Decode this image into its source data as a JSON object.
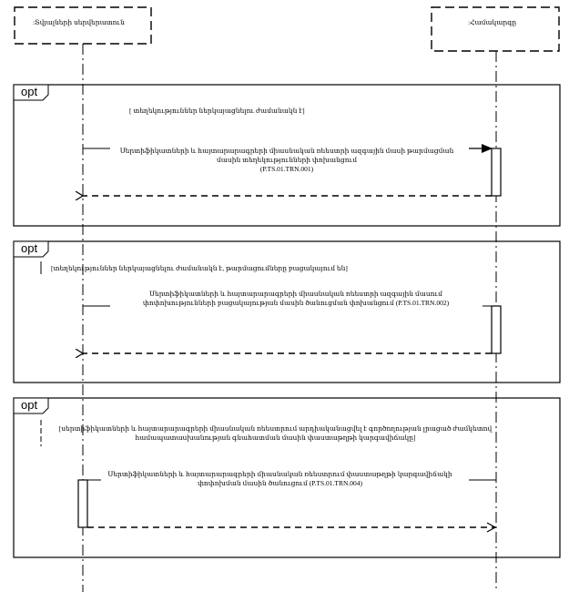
{
  "participants": [
    {
      "id": "left",
      "label": ":Տվյալների սերվերատուն"
    },
    {
      "id": "right",
      "label": ":Համակարգը"
    }
  ],
  "fragments": [
    {
      "operator": "opt",
      "guard": "[ տեղեկություններ ներկայացնելու ժամանակն է]",
      "message_lines": [
        "Սերտիֆիկատների և հայտարարագրերի միասնական ռեեստրի ազգային մասի թարմացման",
        "մասին տեղեկությունների փոխանցում",
        "(P.TS.01.TRN.001)"
      ]
    },
    {
      "operator": "opt",
      "guard": "[տեղեկություններ ներկայացնելու ժամանակն է, թարմացումները բացակայում են]",
      "message_lines": [
        "Սերտիֆիկատների և հայտարարագրերի միասնական ռեեստրի ազգային մասում",
        "փոփոխությունների բացակայության մասին ծանուցման փոխանցում (P.TS.01.TRN.002)"
      ]
    },
    {
      "operator": "opt",
      "guard_lines": [
        "[սերտիֆիկատների և հայտարարագրերի միասնական ռեեստրում արդիականացվել է գործողության լրացած ժամկետով",
        "համապատասխանության գնահատման մասին փաստաթղթի կարգավիճակը]"
      ],
      "message_lines": [
        "Սերտիֆիկատների և հայտարարագրերի միասնական ռեեստրում փաստաթղթի կարգավիճակի",
        "փոփոխման մասին ծանուցում (P.TS.01.TRN.004)"
      ]
    }
  ]
}
